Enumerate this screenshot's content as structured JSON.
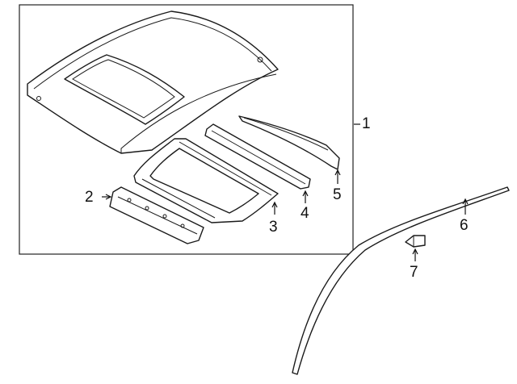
{
  "diagram": {
    "callouts": [
      {
        "id": "c1",
        "label": "1"
      },
      {
        "id": "c2",
        "label": "2"
      },
      {
        "id": "c3",
        "label": "3"
      },
      {
        "id": "c4",
        "label": "4"
      },
      {
        "id": "c5",
        "label": "5"
      },
      {
        "id": "c6",
        "label": "6"
      },
      {
        "id": "c7",
        "label": "7"
      }
    ],
    "colors": {
      "line": "#1a1a1a",
      "background": "#ffffff"
    }
  }
}
